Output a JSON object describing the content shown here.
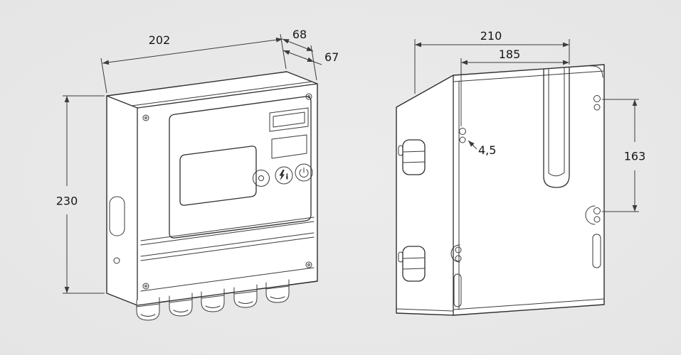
{
  "drawing": {
    "background": "#e8e8e8",
    "stroke": "#2e2e2e",
    "front_view": {
      "dims": {
        "width": "202",
        "depth": "68",
        "depth_body": "67",
        "height": "230"
      },
      "info_button_glyph": "i"
    },
    "rear_view": {
      "dims": {
        "overall_width": "210",
        "hole_spacing_h": "185",
        "hole_diameter": "4,5",
        "hole_spacing_v": "163"
      }
    }
  }
}
